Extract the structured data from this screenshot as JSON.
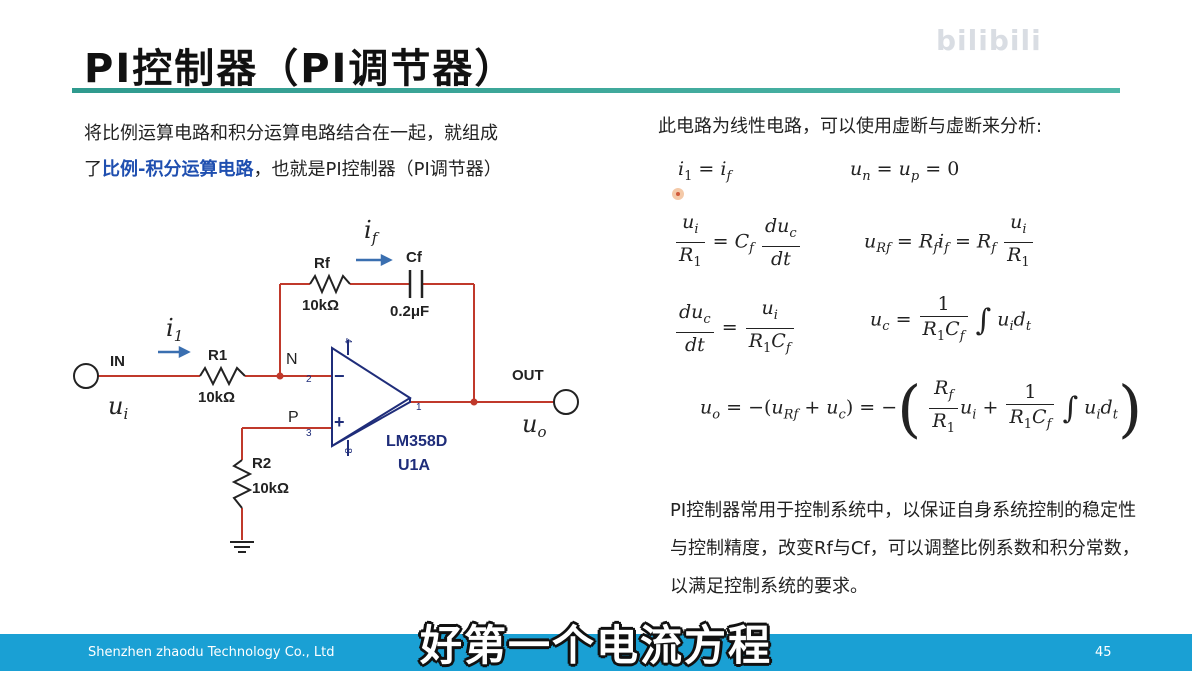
{
  "title": "PI控制器（PI调节器）",
  "watermark": "bilibili",
  "intro": {
    "p1": "将比例运算电路和积分运算电路结合在一起，就组成",
    "p2a": "了",
    "p2_highlight": "比例-积分运算电路",
    "p2b": "，也就是PI控制器（PI调节器）"
  },
  "right_heading": "此电路为线性电路，可以使用虚断与虚断来分析:",
  "circuit": {
    "in_label": "IN",
    "out_label": "OUT",
    "ui": "u",
    "ui_sub": "i",
    "uo": "u",
    "uo_sub": "o",
    "i1": "i",
    "i1_sub": "1",
    "if": "i",
    "if_sub": "f",
    "r1_name": "R1",
    "r1_value": "10kΩ",
    "r2_name": "R2",
    "r2_value": "10kΩ",
    "rf_name": "Rf",
    "rf_value": "10kΩ",
    "cf_name": "Cf",
    "cf_value": "0.2μF",
    "node_n": "N",
    "node_p": "P",
    "opamp_part": "LM358D",
    "opamp_ref": "U1A",
    "pin_minus": "2",
    "pin_plus": "3",
    "pin_out": "1",
    "pin_top": "4",
    "pin_bottom": "8",
    "minus_sign": "−",
    "plus_sign": "+",
    "colors": {
      "wire": "#c0392b",
      "component": "#1f2d7a",
      "arrow": "#3a6fb0"
    }
  },
  "description": "PI控制器常用于控制系统中，以保证自身系统控制的稳定性与控制精度，改变Rf与Cf，可以调整比例系数和积分常数，以满足控制系统的要求。",
  "footer": {
    "company": "Shenzhen zhaodu Technology Co., Ltd",
    "page": "45"
  },
  "subtitle_caption": "好第一个电流方程"
}
